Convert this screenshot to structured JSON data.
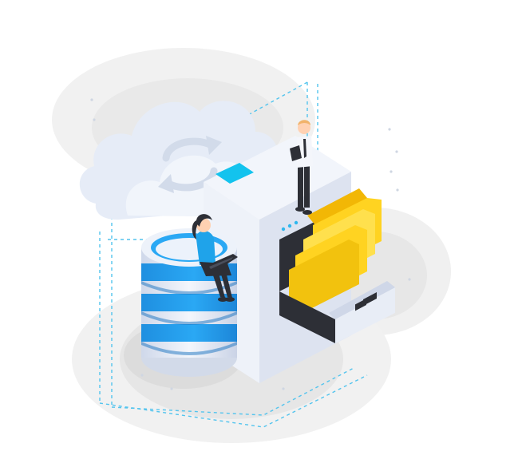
{
  "illustration": {
    "subject": "cloud-data-storage",
    "colors": {
      "background": "#ffffff",
      "shadow_light": "#f0f0f0",
      "shadow_mid": "#e2e2e2",
      "cloud": "#e7edf8",
      "server_light": "#f3f6fb",
      "server_side": "#d9e0ee",
      "screen_blue": "#13c3ee",
      "database_blue": "#2aa3f2",
      "folder_yellow": "#ffd321",
      "folder_orange": "#f2b705",
      "drawer_dark": "#2d2f36",
      "dashed_frame": "#53c4ee"
    },
    "icons": [
      "cloud-sync-icon",
      "database-icon",
      "server-cabinet-icon",
      "folder-icon"
    ],
    "people": [
      "woman-with-laptop",
      "man-with-clipboard"
    ]
  }
}
